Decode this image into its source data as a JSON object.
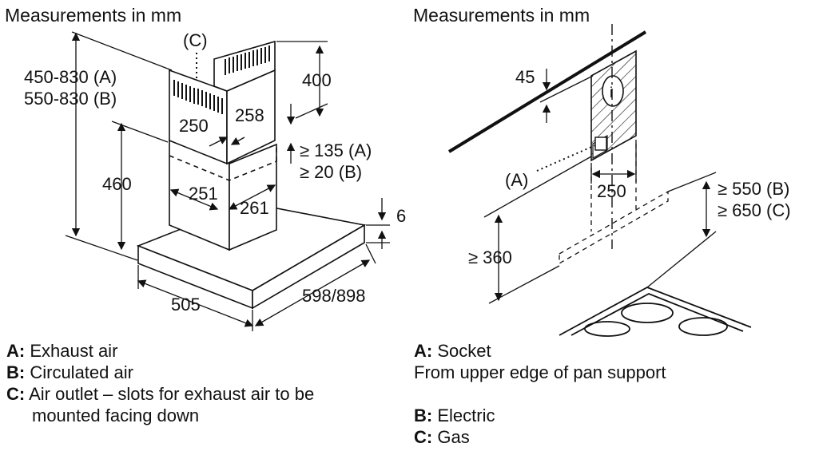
{
  "left": {
    "title": "Measurements in mm",
    "air_outlet_marker": "(C)",
    "height_a": "450-830 (A)",
    "height_b": "550-830 (B)",
    "chimney_top_height": "400",
    "chimney_width": "250",
    "chimney_depth": "258",
    "gap_a": "≥ 135 (A)",
    "gap_b": "≥ 20 (B)",
    "lower_height": "460",
    "lower_width": "251",
    "lower_depth": "261",
    "canopy_thickness": "6",
    "canopy_depth": "505",
    "canopy_width": "598/898",
    "legend": [
      {
        "key": "A:",
        "text": "Exhaust air"
      },
      {
        "key": "B:",
        "text": "Circulated air"
      },
      {
        "key": "C:",
        "text": "Air outlet – slots for exhaust air to be"
      },
      {
        "key": "",
        "text": "mounted facing down"
      }
    ]
  },
  "right": {
    "title": "Measurements in mm",
    "ceiling_offset": "45",
    "socket_marker": "(A)",
    "socket_width": "250",
    "clear_b": "≥ 550 (B)",
    "clear_c": "≥ 650 (C)",
    "min_height": "≥ 360",
    "legend": [
      {
        "key": "A:",
        "text": "Socket"
      },
      {
        "key": "",
        "text": "From upper edge of pan support"
      },
      {
        "key": "",
        "text": ""
      },
      {
        "key": "B:",
        "text": "Electric"
      },
      {
        "key": "C:",
        "text": "Gas"
      }
    ]
  }
}
